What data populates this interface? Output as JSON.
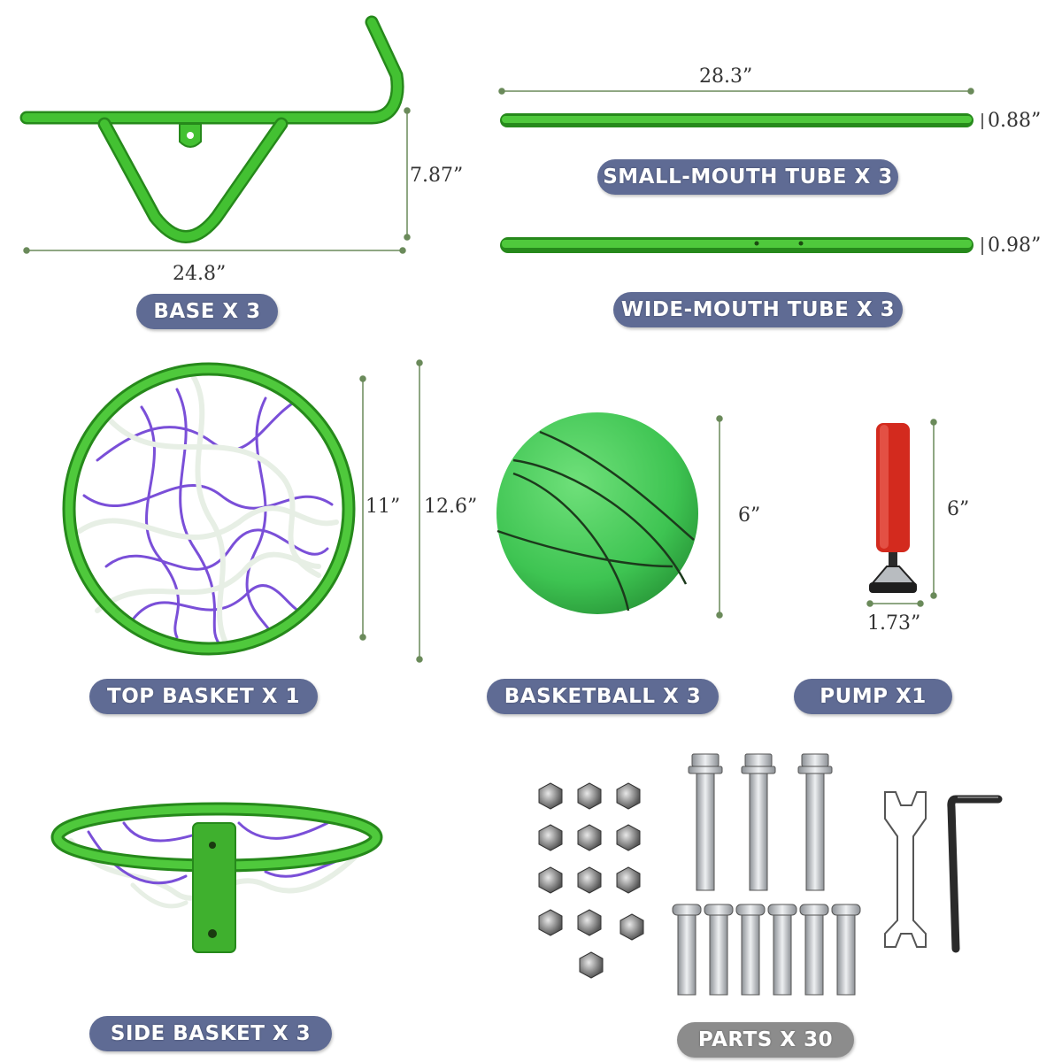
{
  "labels": {
    "base": "BASE X 3",
    "small_tube": "SMALL-MOUTH TUBE X 3",
    "wide_tube": "WIDE-MOUTH TUBE X 3",
    "top_basket": "TOP BASKET X 1",
    "basketball": "BASKETBALL X 3",
    "pump": "PUMP X1",
    "side_basket": "SIDE BASKET X 3",
    "parts": "PARTS X 30"
  },
  "dimensions": {
    "base_width": "24.8”",
    "base_height": "7.87”",
    "tube_length": "28.3”",
    "small_tube_diameter": "0.88”",
    "wide_tube_diameter": "0.98”",
    "basket_inner": "11”",
    "basket_outer": "12.6”",
    "ball_diameter": "6”",
    "pump_height": "6”",
    "pump_width": "1.73”"
  },
  "colors": {
    "label_bg": "#5f6b94",
    "parts_label_bg": "#8c8c8c",
    "green": "#3fba2e",
    "green_dark": "#26891b",
    "net_purple": "#7a4fd8",
    "pump_red": "#d32a1e"
  }
}
